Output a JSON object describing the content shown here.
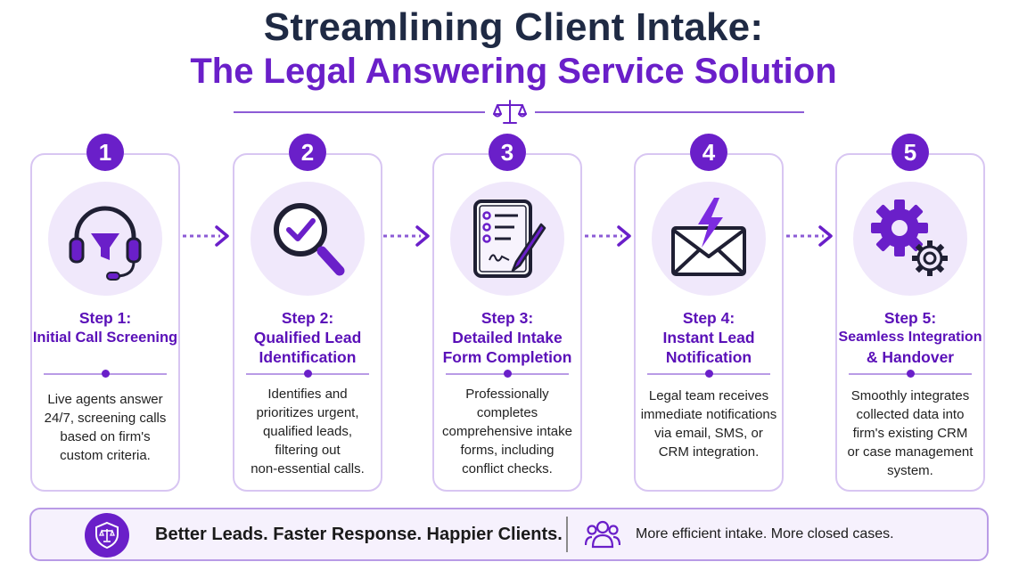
{
  "title": {
    "line1": "Streamlining Client Intake:",
    "line2": "The Legal Answering Service Solution"
  },
  "colors": {
    "accent": "#6a1fc9",
    "accent_light": "#f0e8fb",
    "title_dark": "#1f2a44",
    "card_border": "#d8c6f2"
  },
  "steps": [
    {
      "number": "1",
      "label": "Step 1:",
      "title_line1": "Initial Call Screening",
      "title_line2": "",
      "icon": "headset-funnel-icon",
      "desc": [
        "Live agents answer",
        "24/7, screening calls",
        "based on firm's",
        "custom criteria."
      ]
    },
    {
      "number": "2",
      "label": "Step 2:",
      "title_line1": "Qualified Lead",
      "title_line2": "Identification",
      "icon": "magnifier-check-icon",
      "desc": [
        "Identifies and",
        "prioritizes urgent,",
        "qualified leads,",
        "filtering out",
        "non-essential calls."
      ]
    },
    {
      "number": "3",
      "label": "Step 3:",
      "title_line1": "Detailed Intake",
      "title_line2": "Form Completion",
      "icon": "tablet-form-pen-icon",
      "desc": [
        "Professionally",
        "completes",
        "comprehensive intake",
        "forms, including",
        "conflict checks."
      ]
    },
    {
      "number": "4",
      "label": "Step 4:",
      "title_line1": "Instant Lead",
      "title_line2": "Notification",
      "icon": "envelope-lightning-icon",
      "desc": [
        "Legal team receives",
        "immediate notifications",
        "via email, SMS, or",
        "CRM integration."
      ]
    },
    {
      "number": "5",
      "label": "Step 5:",
      "title_line1": "Seamless Integration",
      "title_line2": "& Handover",
      "icon": "gears-icon",
      "desc": [
        "Smoothly integrates",
        "collected data into",
        "firm's existing CRM",
        "or case management",
        "system."
      ]
    }
  ],
  "banner": {
    "icon": "shield-scales-icon",
    "main_text": "Better Leads. Faster Response. Happier Clients.",
    "secondary_icon": "people-group-icon",
    "secondary_text": "More efficient intake. More closed cases."
  }
}
